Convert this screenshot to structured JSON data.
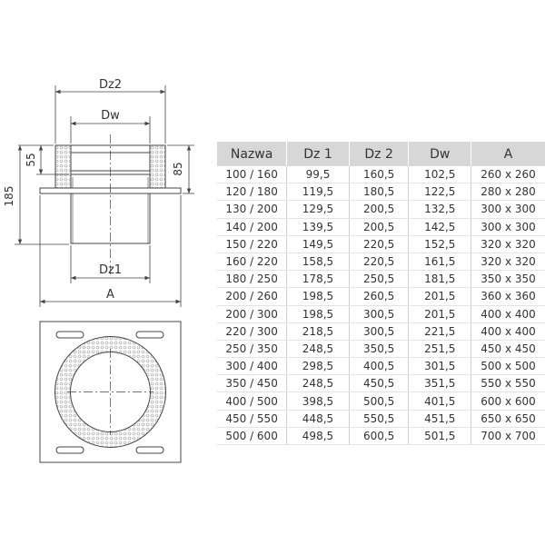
{
  "drawing": {
    "labels": {
      "dz2": "Dz2",
      "dw": "Dw",
      "dz1": "Dz1",
      "a": "A",
      "h55": "55",
      "h85": "85",
      "h185": "185"
    }
  },
  "table": {
    "headers": [
      "Nazwa",
      "Dz 1",
      "Dz 2",
      "Dw",
      "A"
    ],
    "rows": [
      [
        "100 / 160",
        "99,5",
        "160,5",
        "102,5",
        "260 x 260"
      ],
      [
        "120 / 180",
        "119,5",
        "180,5",
        "122,5",
        "280 x 280"
      ],
      [
        "130 / 200",
        "129,5",
        "200,5",
        "132,5",
        "300 x 300"
      ],
      [
        "140 / 200",
        "139,5",
        "200,5",
        "142,5",
        "300 x 300"
      ],
      [
        "150 / 220",
        "149,5",
        "220,5",
        "152,5",
        "320 x 320"
      ],
      [
        "160 / 220",
        "158,5",
        "220,5",
        "161,5",
        "320 x 320"
      ],
      [
        "180 / 250",
        "178,5",
        "250,5",
        "181,5",
        "350 x 350"
      ],
      [
        "200 / 260",
        "198,5",
        "260,5",
        "201,5",
        "360 x 360"
      ],
      [
        "200 / 300",
        "198,5",
        "300,5",
        "201,5",
        "400 x 400"
      ],
      [
        "220 / 300",
        "218,5",
        "300,5",
        "221,5",
        "400 x 400"
      ],
      [
        "250 / 350",
        "248,5",
        "350,5",
        "251,5",
        "450 x 450"
      ],
      [
        "300 / 400",
        "298,5",
        "400,5",
        "301,5",
        "500 x 500"
      ],
      [
        "350 / 450",
        "248,5",
        "450,5",
        "351,5",
        "550 x 550"
      ],
      [
        "400 / 500",
        "398,5",
        "500,5",
        "401,5",
        "600 x 600"
      ],
      [
        "450 / 550",
        "448,5",
        "550,5",
        "451,5",
        "650 x 650"
      ],
      [
        "500 / 600",
        "498,5",
        "600,5",
        "501,5",
        "700 x 700"
      ]
    ]
  },
  "colors": {
    "line": "#444444",
    "header_bg": "#d7d7d7",
    "dot": "#bdbdbd"
  }
}
